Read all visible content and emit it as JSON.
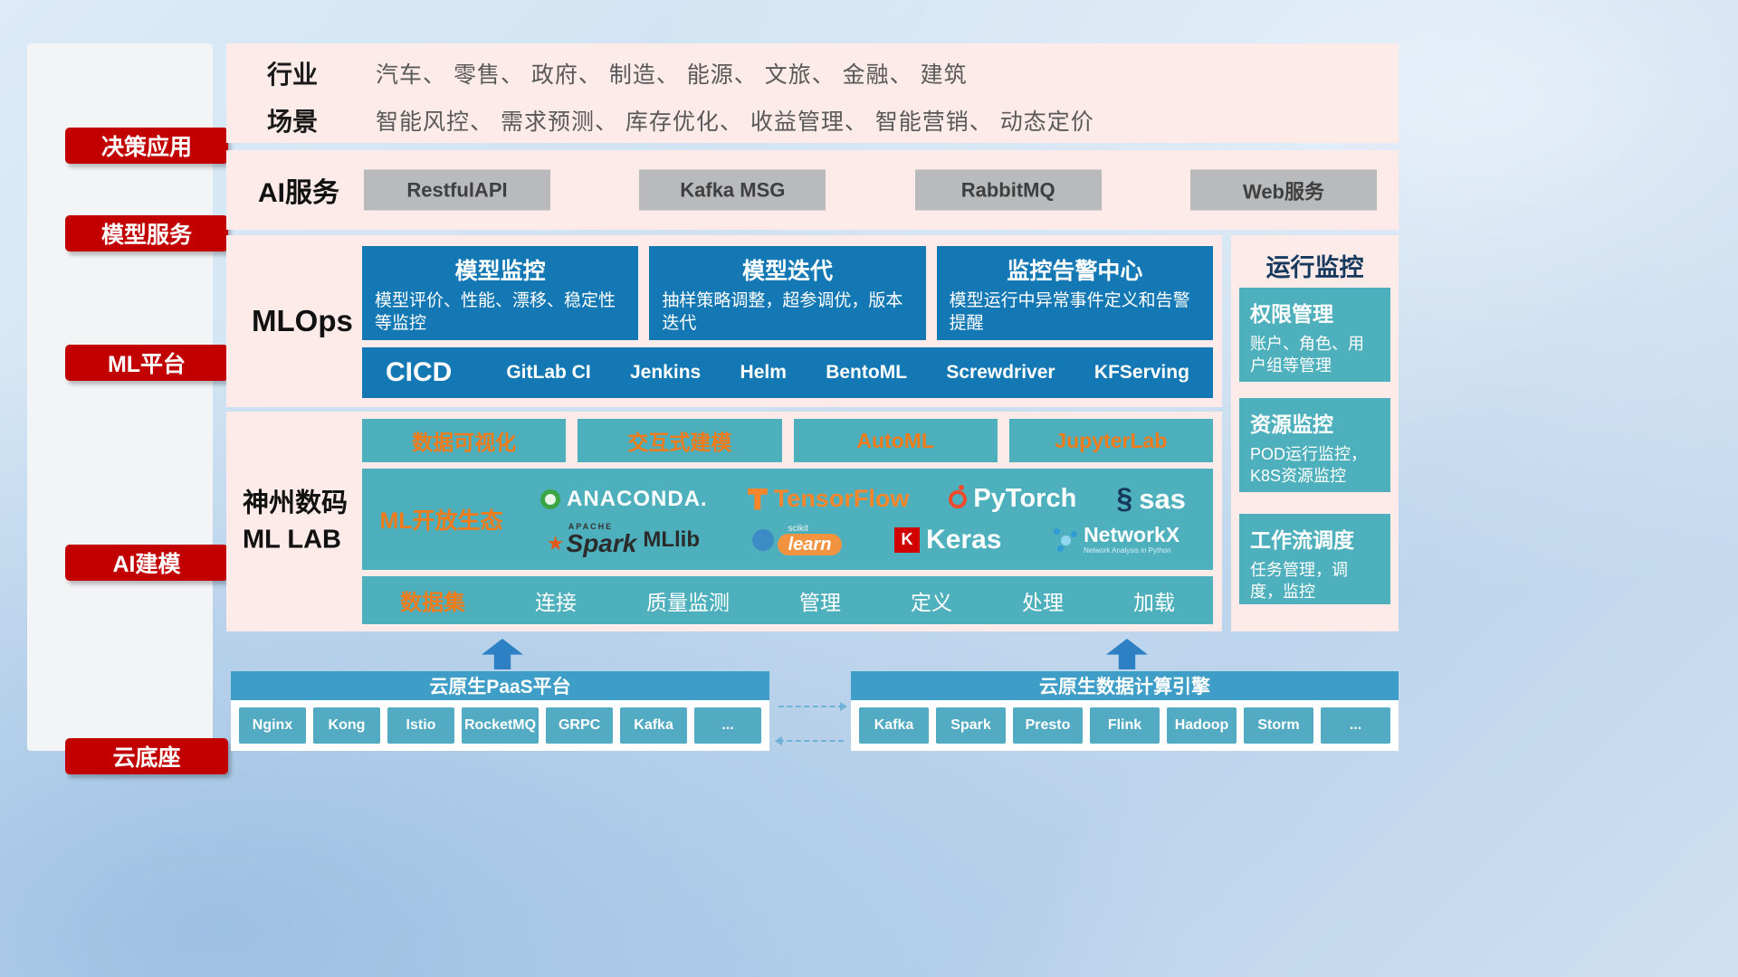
{
  "colors": {
    "accent_red": "#c30000",
    "panel_pink": "#fcebe8",
    "card_blue": "#1478b4",
    "teal": "#4fb0bd",
    "bar_blue": "#3f9ec7",
    "chip_teal": "#52aac3",
    "orange": "#f07c1c",
    "gray_button": "#b9babc"
  },
  "sidebar": {
    "items": [
      {
        "label": "决策应用"
      },
      {
        "label": "模型服务"
      },
      {
        "label": "ML平台"
      },
      {
        "label": "AI建模"
      },
      {
        "label": "云底座"
      }
    ]
  },
  "industry_row": {
    "row1_label": "行业",
    "row1_text": "汽车、 零售、 政府、 制造、 能源、 文旅、 金融、 建筑",
    "row2_label": "场景",
    "row2_text": "智能风控、 需求预测、 库存优化、 收益管理、 智能营销、 动态定价"
  },
  "ai_service_row": {
    "label": "AI服务",
    "buttons": [
      "RestfulAPI",
      "Kafka MSG",
      "RabbitMQ",
      "Web服务"
    ]
  },
  "mlops": {
    "label": "MLOps",
    "cards": [
      {
        "title": "模型监控",
        "body": "模型评价、性能、漂移、稳定性等监控"
      },
      {
        "title": "模型迭代",
        "body": "抽样策略调整，超参调优，版本迭代"
      },
      {
        "title": "监控告警中心",
        "body": "模型运行中异常事件定义和告警提醒"
      }
    ],
    "cicd": {
      "title": "CICD",
      "items": [
        "GitLab CI",
        "Jenkins",
        "Helm",
        "BentoML",
        "Screwdriver",
        "KFServing"
      ]
    }
  },
  "monitoring": {
    "title": "运行监控",
    "cards": [
      {
        "title": "权限管理",
        "body": "账户、角色、用户组等管理"
      },
      {
        "title": "资源监控",
        "body": "POD运行监控，K8S资源监控"
      },
      {
        "title": "工作流调度",
        "body": "任务管理，调度，监控"
      }
    ]
  },
  "mllab": {
    "label_line1": "神州数码",
    "label_line2": "ML LAB",
    "tools": [
      "数据可视化",
      "交互式建模",
      "AutoML",
      "JupyterLab"
    ],
    "ecosystem": {
      "label": "ML开放生态",
      "logos": {
        "anaconda": {
          "text": "ANACONDA."
        },
        "tensorflow": {
          "text": "TensorFlow"
        },
        "pytorch": {
          "text": "PyTorch"
        },
        "sas": {
          "text": "sas"
        },
        "spark": {
          "apache": "APACHE",
          "text": "Spark",
          "lib": "MLlib"
        },
        "sklearn": {
          "top": "scikit",
          "text": "learn"
        },
        "keras": {
          "letter": "K",
          "text": "Keras"
        },
        "networkx": {
          "text": "NetworkX",
          "sub": "Network Analysis in Python"
        }
      }
    },
    "dataset_bar": {
      "label": "数据集",
      "items": [
        "连接",
        "质量监测",
        "管理",
        "定义",
        "处理",
        "加载"
      ]
    }
  },
  "foundation": {
    "paas": {
      "title": "云原生PaaS平台",
      "items": [
        "Nginx",
        "Kong",
        "Istio",
        "RocketMQ",
        "GRPC",
        "Kafka",
        "..."
      ]
    },
    "data_engine": {
      "title": "云原生数据计算引擎",
      "items": [
        "Kafka",
        "Spark",
        "Presto",
        "Flink",
        "Hadoop",
        "Storm",
        "..."
      ]
    }
  }
}
